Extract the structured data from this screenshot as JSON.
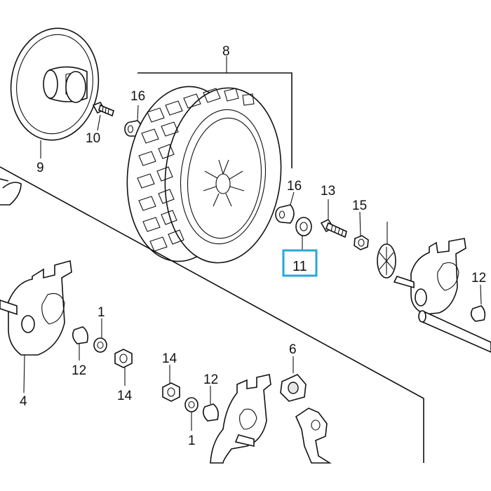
{
  "labels": {
    "p8": "8",
    "p16a": "16",
    "p10": "10",
    "p9": "9",
    "p16b": "16",
    "p13": "13",
    "p15": "15",
    "p11": "11",
    "p12a": "12",
    "p1a": "1",
    "p12b": "12",
    "p14a": "14",
    "p4": "4",
    "p6": "6",
    "p14b": "14",
    "p12c": "12",
    "p1b": "1"
  },
  "highlight": {
    "part": "11",
    "color": "#2aa7d8"
  }
}
